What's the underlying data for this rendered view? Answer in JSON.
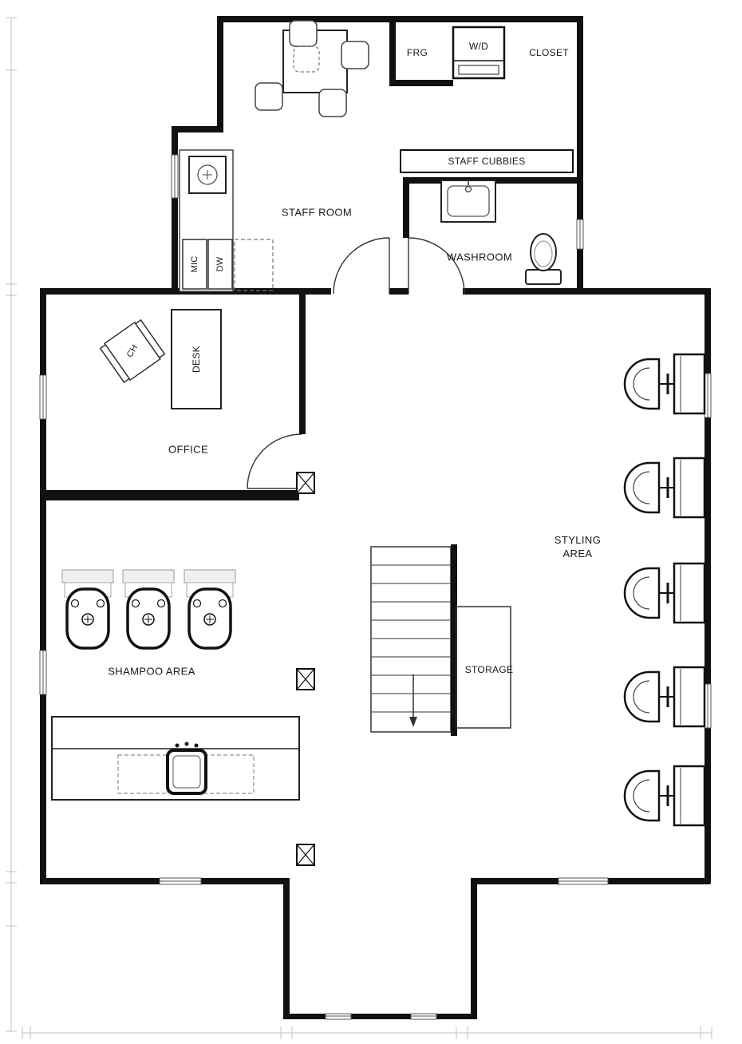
{
  "floor_plan": {
    "rooms": {
      "staff_room": "STAFF ROOM",
      "washroom": "WASHROOM",
      "office": "OFFICE",
      "shampoo_area": "SHAMPOO AREA",
      "styling_area": "STYLING AREA",
      "storage": "STORAGE",
      "closet": "CLOSET"
    },
    "fixtures": {
      "staff_cubbies": "STAFF CUBBIES",
      "fridge": "FRG",
      "washer_dryer": "W/D",
      "microwave": "MIC",
      "dishwasher": "DW",
      "desk": "DESK",
      "chair": "CH"
    },
    "colors": {
      "wall": "#111111",
      "background": "#ffffff"
    }
  }
}
